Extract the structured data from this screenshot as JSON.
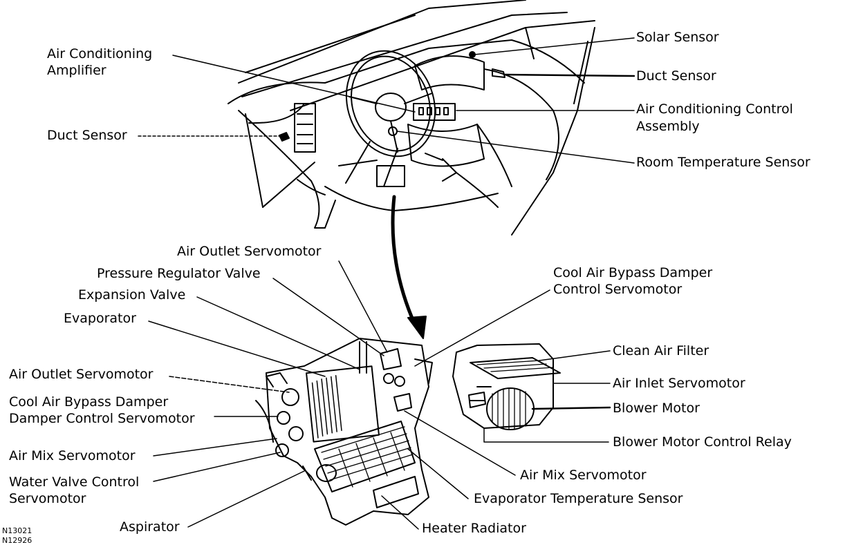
{
  "labels": {
    "solar_sensor": "Solar Sensor",
    "duct_sensor_right": "Duct Sensor",
    "ac_control_assembly_1": "Air Conditioning Control",
    "ac_control_assembly_2": "Assembly",
    "room_temperature_sensor": "Room Temperature Sensor",
    "ac_amplifier_1": "Air  Conditioning",
    "ac_amplifier_2": "Amplifier",
    "duct_sensor_left": "Duct Sensor",
    "air_outlet_servomotor_top": "Air Outlet Servomotor",
    "pressure_regulator_valve": "Pressure Regulator Valve",
    "expansion_valve": "Expansion Valve",
    "evaporator": "Evaporator",
    "air_outlet_servomotor_left": "Air Outlet Servomotor",
    "cool_air_bypass_left_1": "Cool Air Bypass Damper",
    "cool_air_bypass_left_2": "Damper Control Servomotor",
    "air_mix_servomotor_left": "Air Mix Servomotor",
    "water_valve_1": "Water Valve Control",
    "water_valve_2": "Servomotor",
    "aspirator": "Aspirator",
    "heater_radiator": "Heater Radiator",
    "evaporator_temperature_sensor": "Evaporator Temperature Sensor",
    "air_mix_servomotor_right": "Air Mix Servomotor",
    "cool_air_bypass_right_1": "Cool Air Bypass Damper",
    "cool_air_bypass_right_2": "Control Servomotor",
    "clean_air_filter": "Clean Air Filter",
    "air_inlet_servomotor": "Air Inlet Servomotor",
    "blower_motor": "Blower Motor",
    "blower_motor_control_relay": "Blower Motor Control Relay"
  },
  "reference_codes": [
    "N13021",
    "N12926"
  ]
}
